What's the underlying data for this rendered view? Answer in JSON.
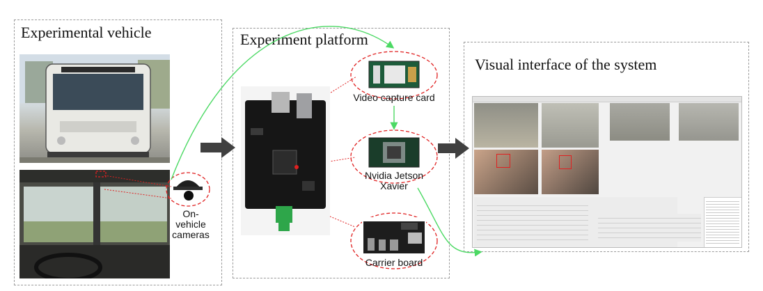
{
  "panels": {
    "vehicle": {
      "title": "Experimental vehicle"
    },
    "platform": {
      "title": "Experiment platform"
    },
    "interface": {
      "title": "Visual interface of the system"
    }
  },
  "labels": {
    "cameras": "On-vehicle cameras",
    "capture_card": "Video capture card",
    "jetson": "Nvidia Jetson Xavier",
    "carrier": "Carrier board"
  },
  "colors": {
    "green_arrow": "#4cd964",
    "red_dash": "#e02020",
    "block_arrow": "#404040"
  },
  "icons": {
    "camera": "dome-camera-icon",
    "arrow": "block-arrow-icon"
  }
}
